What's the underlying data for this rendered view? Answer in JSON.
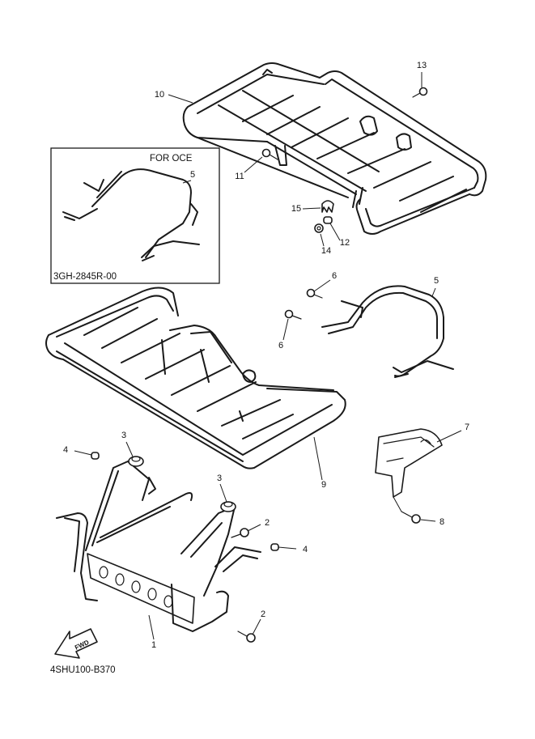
{
  "diagram": {
    "drawing_code": "4SHU100-B370",
    "inset": {
      "market": "FOR OCE",
      "part_code": "3GH-2845R-00",
      "callout": "5"
    },
    "fwd_label": "FWD",
    "callouts": {
      "c1": "1",
      "c2a": "2",
      "c2b": "2",
      "c3a": "3",
      "c3b": "3",
      "c4a": "4",
      "c4b": "4",
      "c5": "5",
      "c6a": "6",
      "c6b": "6",
      "c7": "7",
      "c8": "8",
      "c9": "9",
      "c10": "10",
      "c11": "11",
      "c12": "12",
      "c13": "13",
      "c14": "14",
      "c15": "15"
    }
  }
}
